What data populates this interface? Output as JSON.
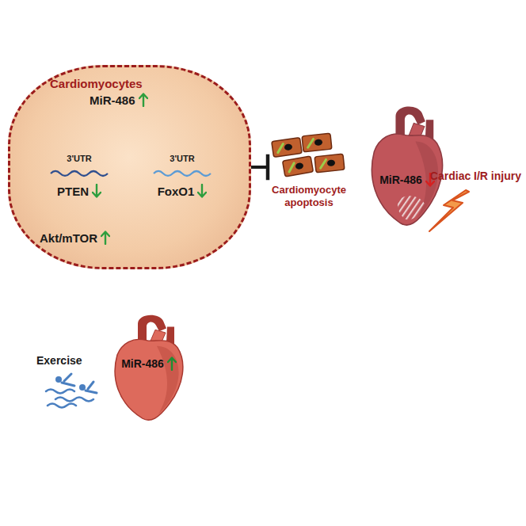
{
  "diagram": {
    "nodes": [
      {
        "text": [
          "Cardiomyocytes"
        ]
      },
      {
        "text": [
          "MiR-486"
        ],
        "in": 0
      },
      {
        "text": [
          "3'UTR",
          "PTEN"
        ],
        "in": 0
      },
      {
        "text": [
          "3'UTR",
          "FoxO1"
        ],
        "in": 0
      },
      {
        "text": [
          "Akt/mTOR"
        ],
        "in": 0
      },
      {
        "text": [
          "Cardiomyocyte apoptosis"
        ]
      },
      {
        "text": [
          "MiR-486"
        ]
      },
      {
        "text": [
          "MiR-486"
        ]
      }
    ],
    "edges": [
      {
        "from": 1,
        "to": 2,
        "arrow": "to"
      },
      {
        "from": 1,
        "to": 3,
        "arrow": "to"
      },
      {
        "from": 2,
        "to": 4,
        "arrow": "to"
      },
      {
        "from": 4,
        "to": 3,
        "arrow": "to"
      },
      {
        "from": 0,
        "to": 5,
        "arrow": "to"
      }
    ],
    "labels": [
      "Cardiac I/R injury",
      "Exercise"
    ]
  }
}
